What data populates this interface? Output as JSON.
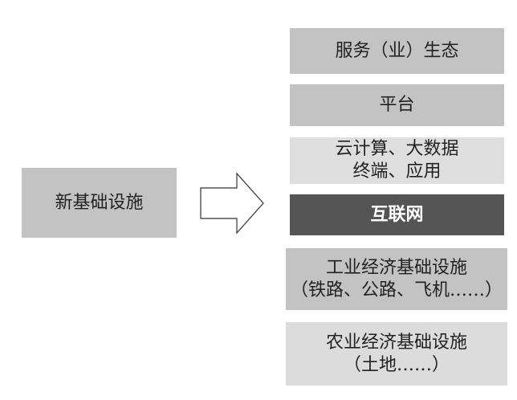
{
  "left": {
    "label": "新基础设施"
  },
  "layers": [
    {
      "lines": [
        "服务（业）生态"
      ]
    },
    {
      "lines": [
        "平台"
      ]
    },
    {
      "lines": [
        "云计算、大数据",
        "终端、应用"
      ]
    },
    {
      "lines": [
        "互联网"
      ]
    },
    {
      "lines": [
        "工业经济基础设施",
        "（铁路、公路、飞机……）"
      ]
    },
    {
      "lines": [
        "农业经济基础设施",
        "（土地……）"
      ]
    }
  ],
  "colors": {
    "box_gray": "#c3c3c3",
    "box_light": "#dedede",
    "box_dark": "#555555",
    "text": "#222222",
    "arrow_stroke": "#333333"
  }
}
